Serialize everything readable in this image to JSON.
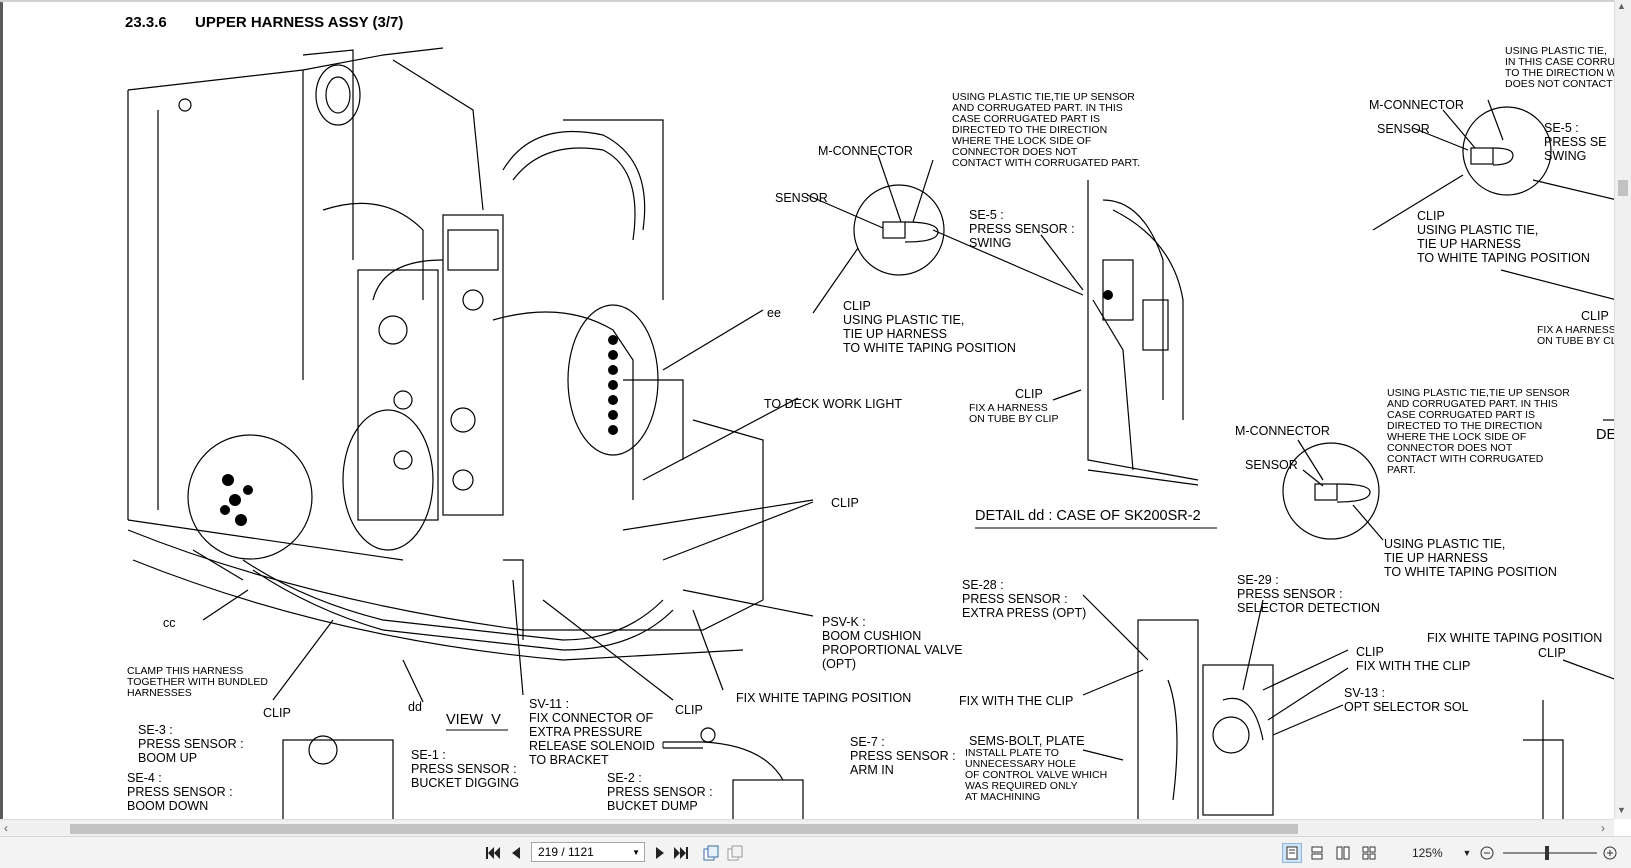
{
  "doc": {
    "section_number": "23.3.6",
    "section_title": "UPPER HARNESS ASSY (3/7)",
    "labels": {
      "ee": "ee",
      "cc": "cc",
      "dd": "dd",
      "view_v": "VIEW  V",
      "clip_a": "CLIP",
      "clip_b": "CLIP",
      "clip_c": "CLIP",
      "clip_d": "CLIP",
      "to_deck": "TO DECK WORK LIGHT",
      "clamp": "CLAMP THIS HARNESS\nTOGETHER WITH BUNDLED\nHARNESSES",
      "psv_k": "PSV-K :\nBOOM CUSHION\nPROPORTIONAL VALVE\n(OPT)",
      "fix_white": "FIX WHITE TAPING POSITION",
      "sv11": "SV-11 :\nFIX CONNECTOR OF\nEXTRA PRESSURE\nRELEASE SOLENOID\nTO BRACKET",
      "se3": "SE-3 :\nPRESS SENSOR :\nBOOM UP",
      "se4": "SE-4 :\nPRESS SENSOR :\nBOOM DOWN",
      "se1": "SE-1 :\nPRESS SENSOR :\nBUCKET DIGGING",
      "se2": "SE-2 :\nPRESS SENSOR :\nBUCKET DUMP",
      "se7": "SE-7 :\nPRESS SENSOR :\nARM IN",
      "m_conn1": "M-CONNECTOR",
      "sensor1": "SENSOR",
      "note1": "USING PLASTIC TIE,TIE UP SENSOR\nAND CORRUGATED PART. IN THIS\nCASE CORRUGATED PART IS\nDIRECTED TO THE DIRECTION\nWHERE THE LOCK SIDE OF\nCONNECTOR DOES NOT\nCONTACT WITH CORRUGATED PART.",
      "se5": "SE-5 :\nPRESS SENSOR :\nSWING",
      "clip_tie1": "CLIP\nUSING PLASTIC TIE,\nTIE UP HARNESS\nTO WHITE TAPING POSITION",
      "clip_fix1": "CLIP",
      "fix_tube1": "FIX A HARNESS\nON TUBE BY CLIP",
      "detail_dd": "DETAIL dd : CASE OF SK200SR-2",
      "se28": "SE-28 :\nPRESS SENSOR :\nEXTRA PRESS (OPT)",
      "fix_with_clip": "FIX WITH THE CLIP",
      "sems": "SEMS-BOLT, PLATE",
      "install": "INSTALL PLATE TO\nUNNECESSARY HOLE\nOF CONTROL VALVE WHICH\nWAS REQUIRED ONLY\nAT MACHINING",
      "se29": "SE-29 :\nPRESS SENSOR :\nSELECTOR DETECTION",
      "clip_fix2": "CLIP\nFIX WITH THE CLIP",
      "sv13": "SV-13 :\nOPT SELECTOR SOL",
      "m_conn2": "M-CONNECTOR",
      "sensor2": "SENSOR",
      "note2": "USING PLASTIC TIE,TIE UP SENSOR\nAND CORRUGATED PART. IN THIS\nCASE CORRUGATED PART IS\nDIRECTED TO THE DIRECTION\nWHERE THE LOCK SIDE OF\nCONNECTOR DOES NOT\nCONTACT WITH CORRUGATED\nPART.",
      "clip_tie2": "USING PLASTIC TIE,\nTIE UP HARNESS\nTO WHITE TAPING POSITION",
      "m_conn3": "M-CONNECTOR",
      "sensor3": "SENSOR",
      "note3": "USING PLASTIC TIE,\nIN THIS CASE CORRU\nTO THE DIRECTION W\nDOES NOT CONTACT W",
      "se5b": "SE-5 :\nPRESS SE\nSWING",
      "clip_tie3": "CLIP\nUSING PLASTIC TIE,\nTIE UP HARNESS\nTO WHITE TAPING POSITION",
      "clip_right": "CLIP",
      "fix_right": "FIX A HARNESS\nON TUBE BY CL",
      "de": "DE",
      "fix_white2": "FIX WHITE TAPING POSITION",
      "clip_right2": "CLIP"
    }
  },
  "viewer": {
    "page_value": "219 / 1121",
    "zoom_value": "125%",
    "icons": {
      "first": "first-page-icon",
      "prev": "prev-page-icon",
      "next": "next-page-icon",
      "last": "last-page-icon"
    }
  }
}
